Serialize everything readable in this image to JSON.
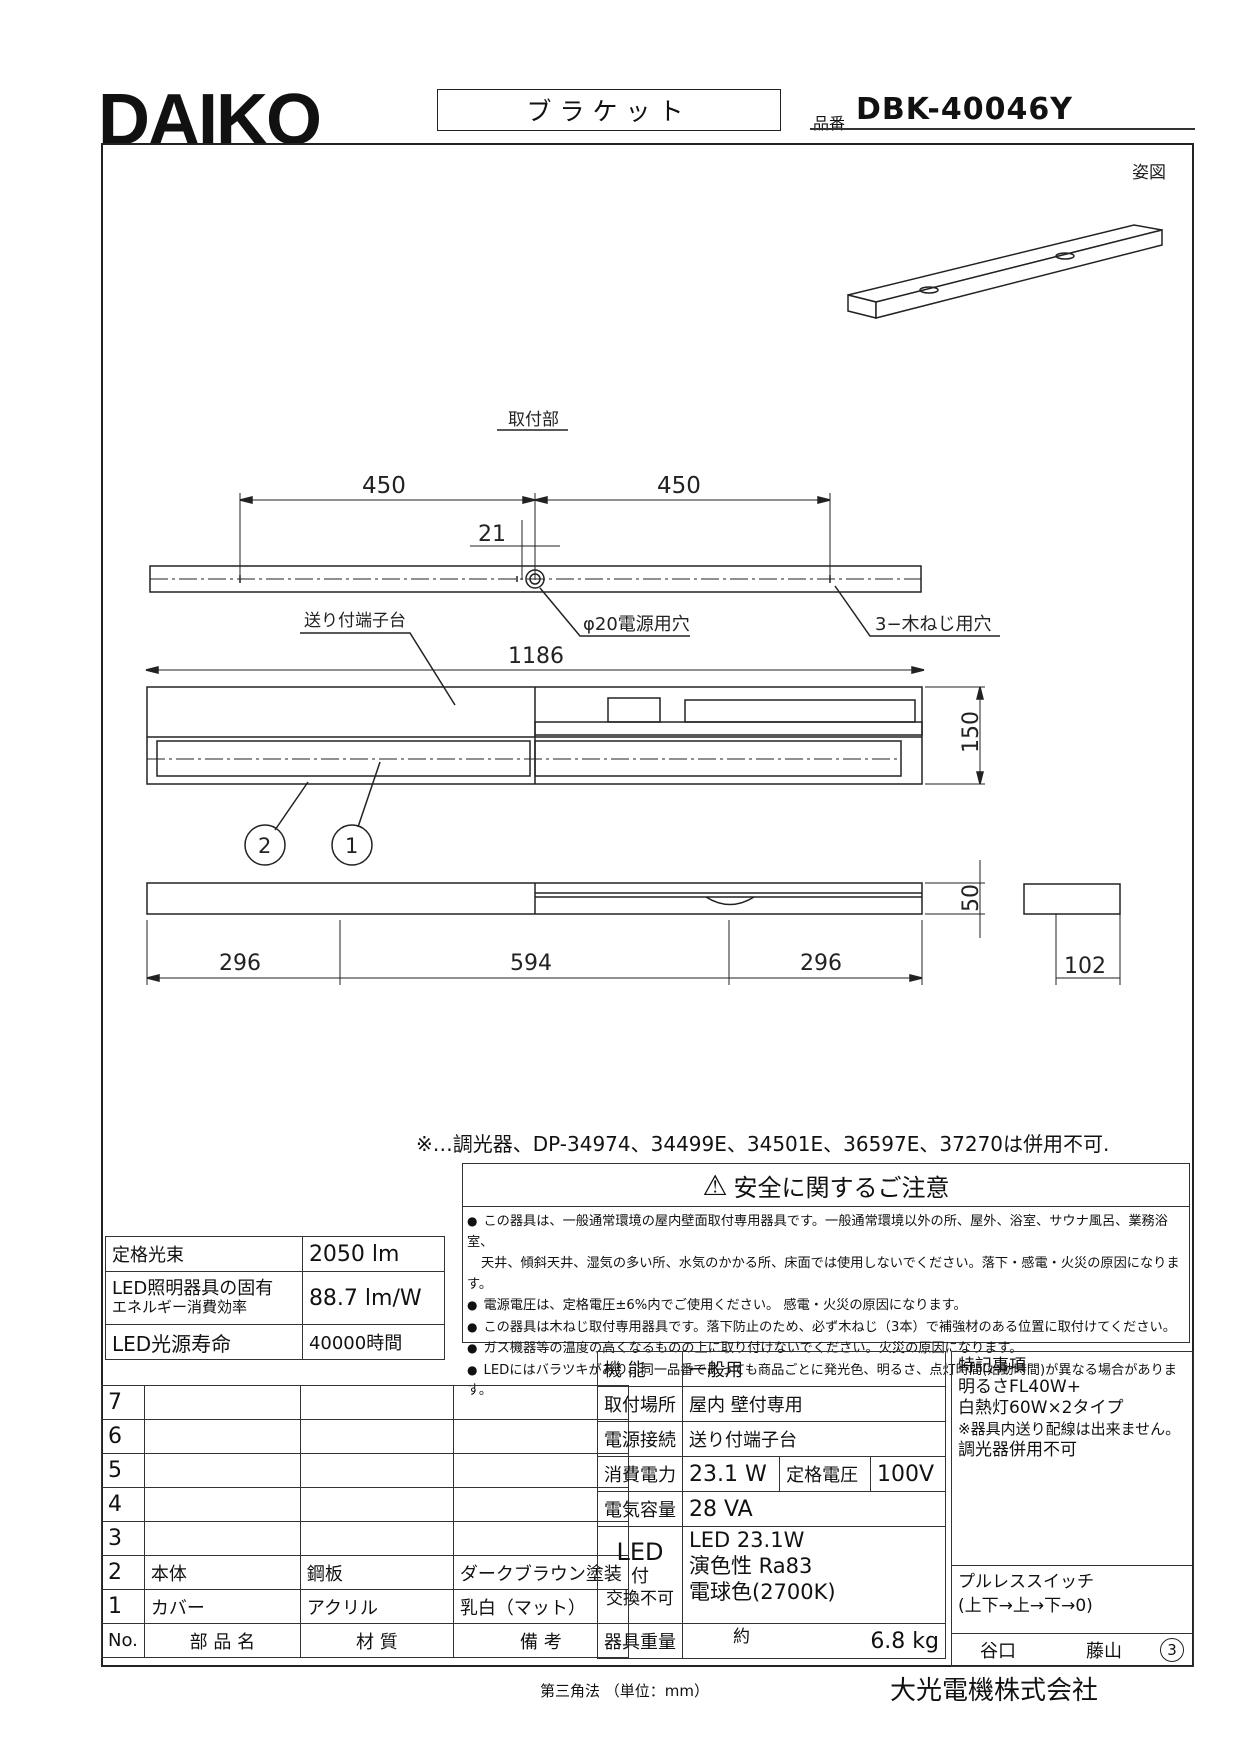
{
  "header": {
    "brand": "DAIKO",
    "product_type": "ブラケット",
    "part_label": "品番",
    "part_number": "DBK-40046Y"
  },
  "drawing": {
    "view_label": "姿図",
    "mount_label": "取付部",
    "dim_450_left": "450",
    "dim_450_right": "450",
    "dim_21": "21",
    "hole_label": "φ20電源用穴",
    "screw_label": "3−木ねじ用穴",
    "terminal_label": "送り付端子台",
    "dim_1186": "1186",
    "dim_150": "150",
    "balloon_1": "1",
    "balloon_2": "2",
    "dim_50": "50",
    "dim_296_left": "296",
    "dim_594": "594",
    "dim_296_right": "296",
    "dim_102": "102"
  },
  "dimmer_note": "※…調光器、DP-34974、34499E、34501E、36597E、37270は併用不可.",
  "safety": {
    "title": "安全に関するご注意",
    "lines": [
      "この器具は、一般通常環境の屋内壁面取付専用器具です。一般通常環境以外の所、屋外、浴室、サウナ風呂、業務浴室、",
      "天井、傾斜天井、湿気の多い所、水気のかかる所、床面では使用しないでください。落下・感電・火災の原因になります。",
      "電源電圧は、定格電圧±6%内でご使用ください。 感電・火災の原因になります。",
      "この器具は木ねじ取付専用器具です。落下防止のため、必ず木ねじ（3本）で補強材のある位置に取付けてください。",
      "ガス機器等の温度の高くなるものの上に取り付けないでください。火災の原因になります。",
      "LEDにはバラツキがあり、同一品番であっても商品ごとに発光色、明るさ、点灯時間(始動時間)が異なる場合があります。"
    ]
  },
  "perf": {
    "flux_label": "定格光束",
    "flux_value": "2050 lm",
    "eff_label_1": "LED照明器具の固有",
    "eff_label_2": "エネルギー消費効率",
    "eff_value": "88.7 lm/W",
    "life_label": "LED光源寿命",
    "life_value": "40000時間"
  },
  "parts_table": {
    "rows": [
      {
        "no": "7",
        "name": "",
        "material": "",
        "note": ""
      },
      {
        "no": "6",
        "name": "",
        "material": "",
        "note": ""
      },
      {
        "no": "5",
        "name": "",
        "material": "",
        "note": ""
      },
      {
        "no": "4",
        "name": "",
        "material": "",
        "note": ""
      },
      {
        "no": "3",
        "name": "",
        "material": "",
        "note": ""
      },
      {
        "no": "2",
        "name": "本体",
        "material": "鋼板",
        "note": "ダークブラウン塗装"
      },
      {
        "no": "1",
        "name": "カバー",
        "material": "アクリル",
        "note": "乳白（マット）"
      }
    ],
    "head_no": "No.",
    "head_name": "部 品 名",
    "head_material": "材 質",
    "head_note": "備 考"
  },
  "props": {
    "func_label": "機 能",
    "func_value": "一般用",
    "place_label": "取付場所",
    "place_value": "屋内 壁付専用",
    "conn_label": "電源接続",
    "conn_value": "送り付端子台",
    "power_label": "消費電力",
    "power_value": "23.1 W",
    "volt_label": "定格電圧",
    "volt_value": "100V",
    "cap_label": "電気容量",
    "cap_value": "28 VA",
    "led_label_1": "LED",
    "led_label_2": "付",
    "led_label_3": "交換不可",
    "led_line_1": "LED 23.1W",
    "led_line_2": "演色性 Ra83",
    "led_line_3": "電球色(2700K)",
    "weight_label": "器具重量",
    "weight_approx": "約",
    "weight_value": "6.8 kg"
  },
  "tokki": {
    "title": "特記事項",
    "lines": [
      "明るさFL40W+",
      "白熱灯60W×2タイプ",
      "※器具内送り配線は出来ません。",
      "調光器併用不可"
    ]
  },
  "pull": {
    "title": "プルレススイッチ",
    "value": "(上下→上→下→0)"
  },
  "sign": {
    "name1": "谷口",
    "name2": "藤山",
    "rev": "3"
  },
  "footer": {
    "projection": "第三角法 （単位：mm）",
    "company": "大光電機株式会社"
  }
}
